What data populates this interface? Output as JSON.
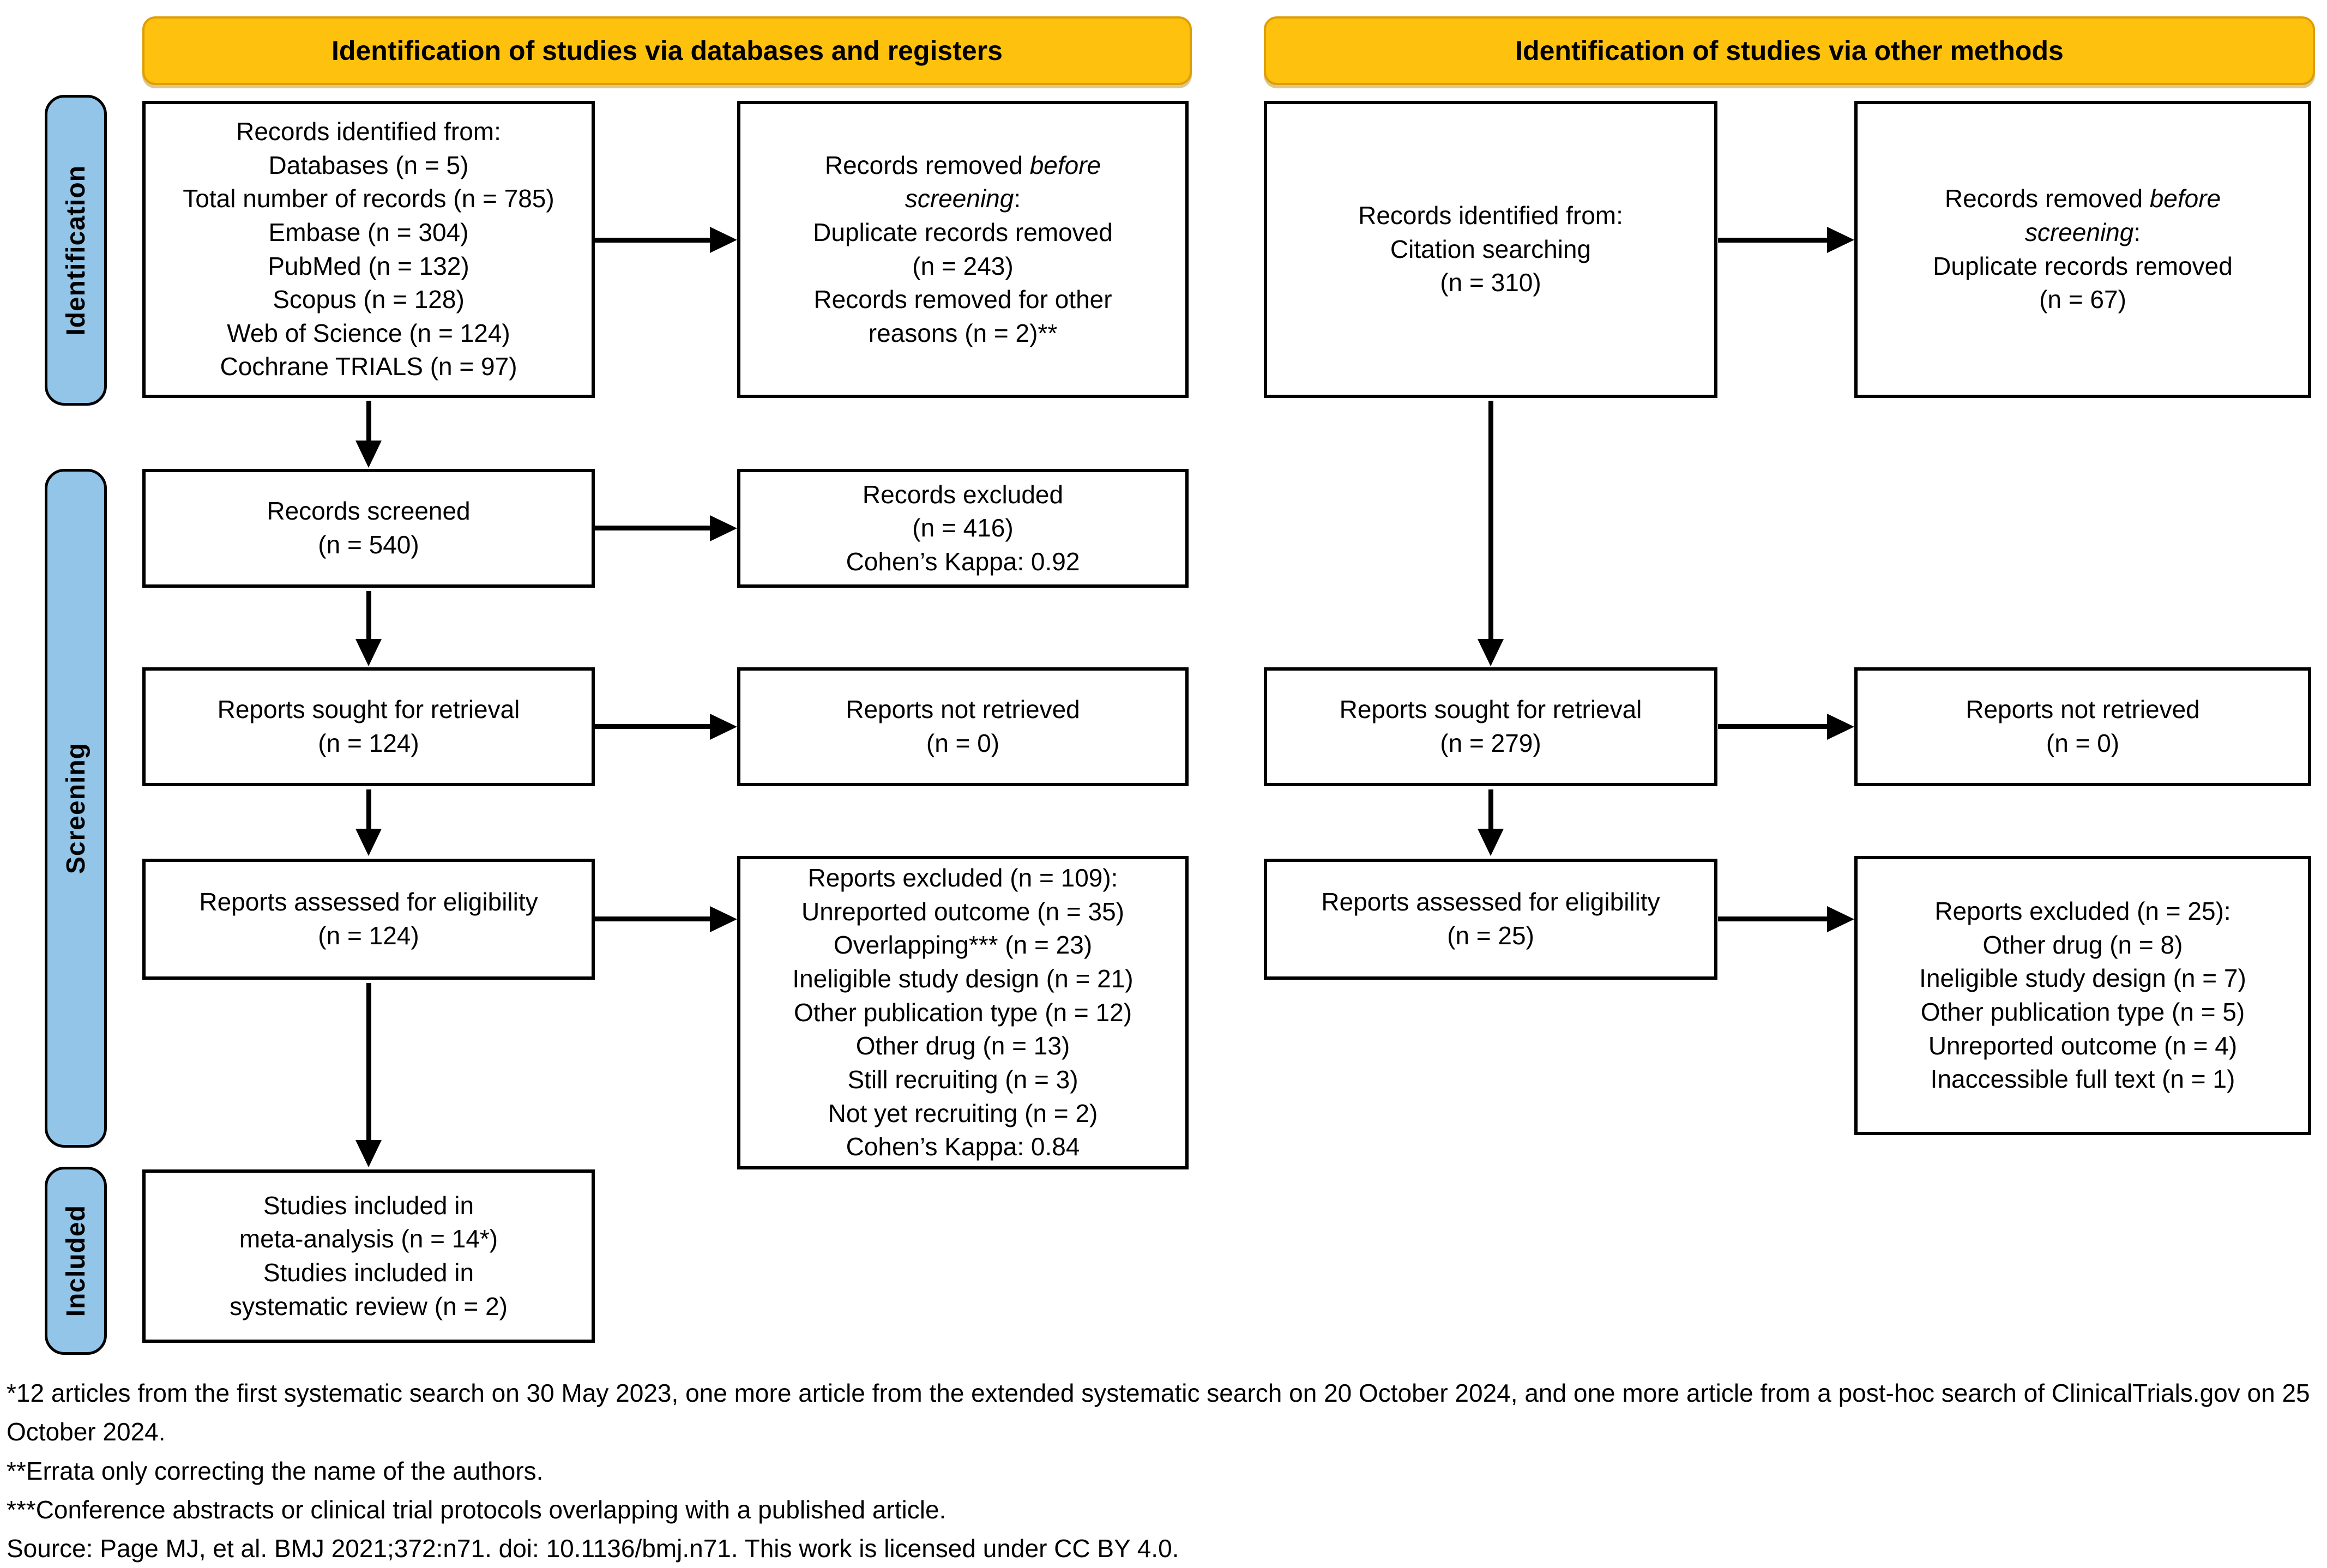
{
  "colors": {
    "banner_fill": "#FEC10D",
    "banner_border": "#DE9E06",
    "sidebar_fill": "#92C5E8",
    "box_border": "#000000",
    "background": "#FFFFFF"
  },
  "banners": {
    "left": "Identification of studies via databases and registers",
    "right": "Identification of studies via other methods"
  },
  "sidebar": {
    "identification": "Identification",
    "screening": "Screening",
    "included": "Included"
  },
  "boxes": {
    "db_identified": {
      "lines": [
        "Records identified from:",
        "Databases (n = 5)",
        "Total number of records (n = 785)",
        "Embase (n = 304)",
        "PubMed (n = 132)",
        "Scopus (n = 128)",
        "Web of Science (n = 124)",
        "Cochrane TRIALS (n = 97)"
      ]
    },
    "db_removed": {
      "t1_normal": "Records removed ",
      "t1_italic": "before",
      "t2_italic": "screening",
      "t2_normal": ":",
      "lines": [
        "Duplicate records removed",
        "(n = 243)",
        "Records removed for other",
        "reasons (n = 2)**"
      ]
    },
    "records_screened": {
      "lines": [
        "Records screened",
        "(n = 540)"
      ]
    },
    "records_excluded": {
      "lines": [
        "Records excluded",
        "(n = 416)",
        "Cohen’s Kappa: 0.92"
      ]
    },
    "reports_sought": {
      "lines": [
        "Reports sought for retrieval",
        "(n = 124)"
      ]
    },
    "reports_not_retrieved": {
      "lines": [
        "Reports not retrieved",
        "(n = 0)"
      ]
    },
    "reports_assessed": {
      "lines": [
        "Reports assessed for eligibility",
        "(n = 124)"
      ]
    },
    "reports_excluded": {
      "lines": [
        "Reports excluded (n = 109):",
        "Unreported outcome (n = 35)",
        "Overlapping*** (n = 23)",
        "Ineligible study design (n = 21)",
        "Other publication type (n = 12)",
        "Other drug (n = 13)",
        "Still recruiting (n = 3)",
        "Not yet recruiting (n = 2)",
        "Cohen’s Kappa: 0.84"
      ]
    },
    "studies_included": {
      "lines": [
        "Studies included in",
        "meta-analysis (n = 14*)",
        "Studies included in",
        "systematic review (n = 2)"
      ]
    },
    "other_identified": {
      "lines": [
        "Records identified from:",
        "Citation searching",
        "(n = 310)"
      ]
    },
    "other_removed": {
      "t1_normal": "Records removed ",
      "t1_italic": "before",
      "t2_italic": "screening",
      "t2_normal": ":",
      "lines": [
        "Duplicate records removed",
        "(n = 67)"
      ]
    },
    "other_sought": {
      "lines": [
        "Reports sought for retrieval",
        "(n = 279)"
      ]
    },
    "other_not_retrieved": {
      "lines": [
        "Reports not retrieved",
        "(n = 0)"
      ]
    },
    "other_assessed": {
      "lines": [
        "Reports assessed for eligibility",
        "(n = 25)"
      ]
    },
    "other_excluded": {
      "lines": [
        "Reports excluded (n = 25):",
        "Other drug (n = 8)",
        "Ineligible study design (n = 7)",
        "Other publication type (n = 5)",
        "Unreported outcome (n = 4)",
        "Inaccessible full text (n = 1)"
      ]
    }
  },
  "footnotes": [
    "*12 articles from the first systematic search on 30 May 2023, one more article from the extended systematic search on 20 October 2024, and one more article from a post-hoc search of ClinicalTrials.gov on 25 October 2024.",
    "**Errata only correcting the name of the authors.",
    "***Conference abstracts or clinical trial protocols overlapping with a published article.",
    "Source: Page MJ, et al. BMJ 2021;372:n71. doi: 10.1136/bmj.n71. This work is licensed under CC BY 4.0."
  ]
}
